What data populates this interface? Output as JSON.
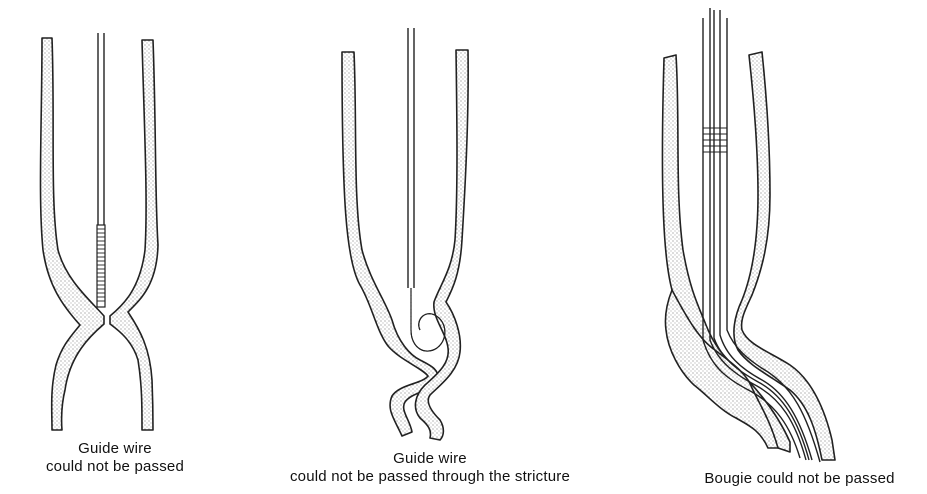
{
  "captions": {
    "panel1_line1": "Guide wire",
    "panel1_line2": "could not be passed",
    "panel2_line1": "Guide wire",
    "panel2_line2": "could not be passed through the stricture",
    "panel3_line1": "Bougie could not be passed"
  },
  "colors": {
    "line": "#222222",
    "background": "#ffffff"
  }
}
